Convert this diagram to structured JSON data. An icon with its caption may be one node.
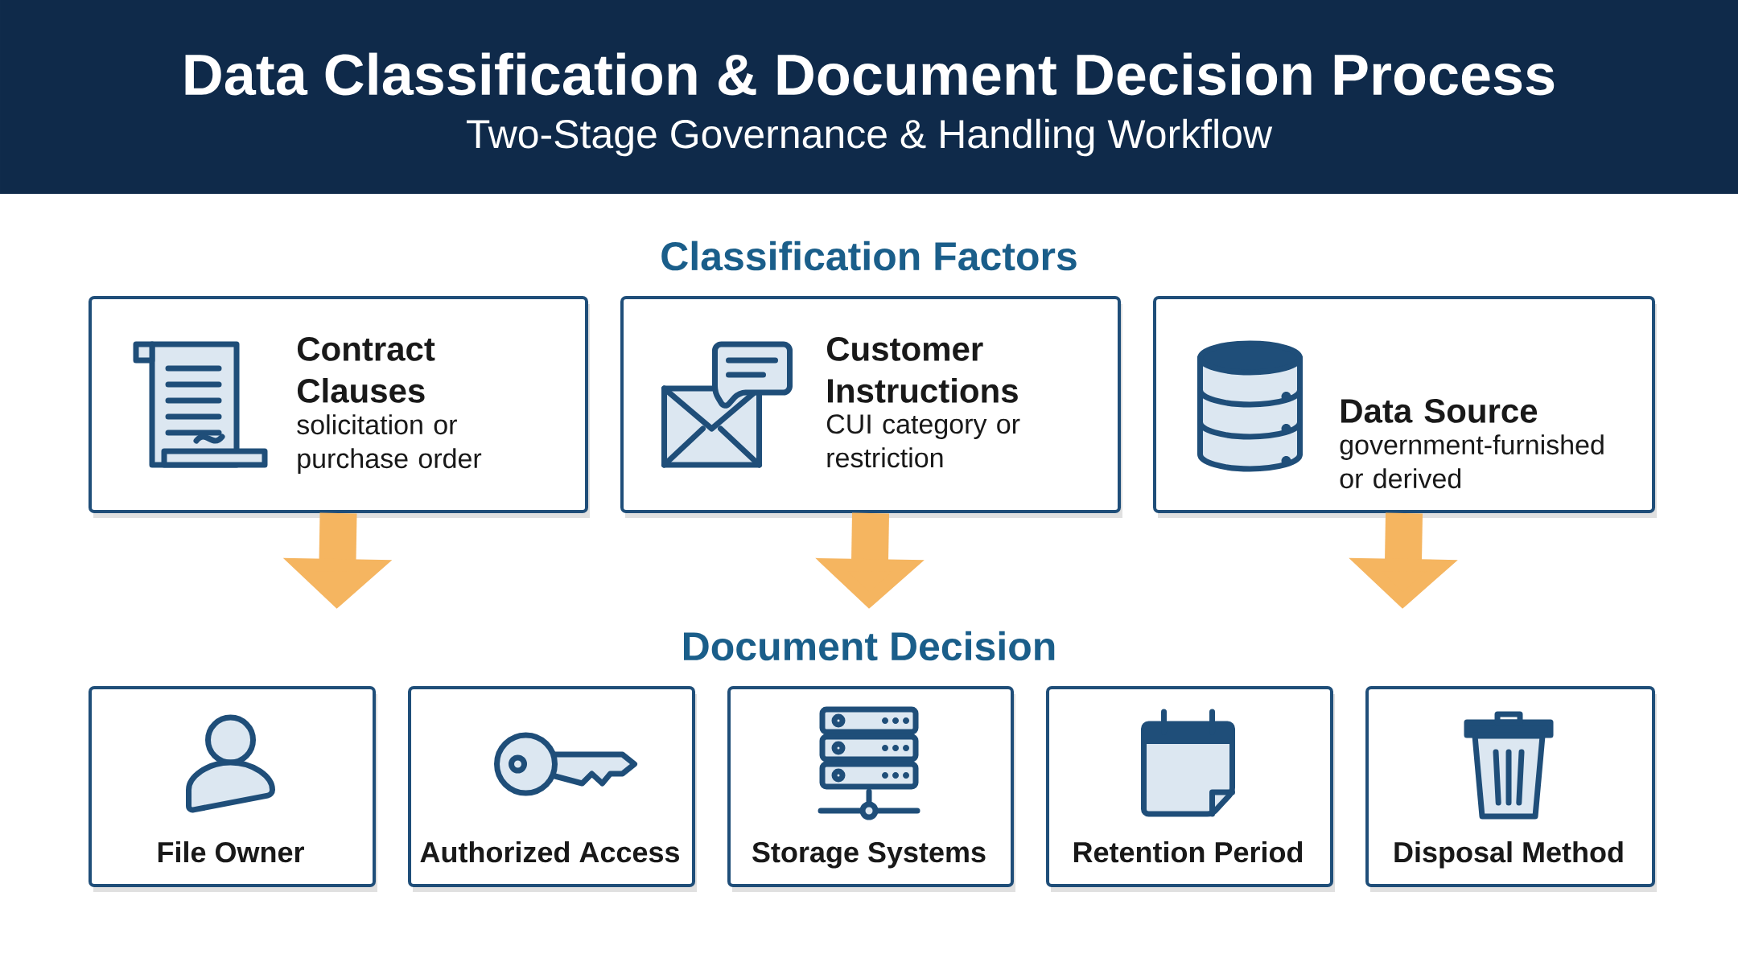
{
  "diagram": {
    "title": "Data Classification & Document Decision Process",
    "nodes": [
      {
        "text": [
          "Contract Clauses",
          "solicitation or purchase order"
        ]
      },
      {
        "text": [
          "Customer Instructions",
          "CUI category or restriction"
        ]
      },
      {
        "text": [
          "Data Source",
          "government-furnished or derived"
        ]
      },
      {
        "text": [
          "File Owner"
        ]
      },
      {
        "text": [
          "Authorized Access"
        ]
      },
      {
        "text": [
          "Storage Systems"
        ]
      },
      {
        "text": [
          "Retention Period"
        ]
      },
      {
        "text": [
          "Disposal Method"
        ]
      }
    ],
    "edges": [
      {
        "from": 0,
        "to": null,
        "arrow": "to"
      },
      {
        "from": 1,
        "to": null,
        "arrow": "to"
      },
      {
        "from": 2,
        "to": null,
        "arrow": "to"
      }
    ],
    "labels": [
      "Two-Stage Governance & Handling Workflow",
      "Classification Factors",
      "Document Decision"
    ]
  }
}
